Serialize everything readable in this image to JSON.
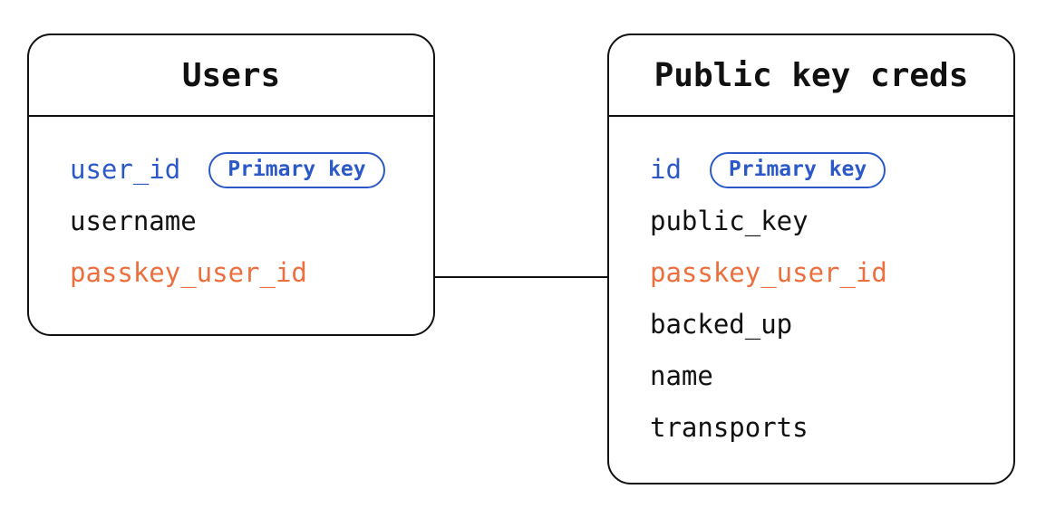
{
  "diagram": {
    "colors": {
      "accent_blue": "#2b59c8",
      "accent_orange": "#ed6f3e",
      "line": "#111111"
    },
    "connector": {
      "from_table": "Users",
      "from_field": "passkey_user_id",
      "to_table": "Public key creds",
      "to_field": "passkey_user_id"
    },
    "tables": [
      {
        "name": "Users",
        "fields": [
          {
            "name": "user_id",
            "color": "blue",
            "badge": "Primary key"
          },
          {
            "name": "username",
            "color": "black"
          },
          {
            "name": "passkey_user_id",
            "color": "orange"
          }
        ]
      },
      {
        "name": "Public key creds",
        "fields": [
          {
            "name": "id",
            "color": "blue",
            "badge": "Primary key"
          },
          {
            "name": "public_key",
            "color": "black"
          },
          {
            "name": "passkey_user_id",
            "color": "orange"
          },
          {
            "name": "backed_up",
            "color": "black"
          },
          {
            "name": "name",
            "color": "black"
          },
          {
            "name": "transports",
            "color": "black"
          }
        ]
      }
    ]
  }
}
